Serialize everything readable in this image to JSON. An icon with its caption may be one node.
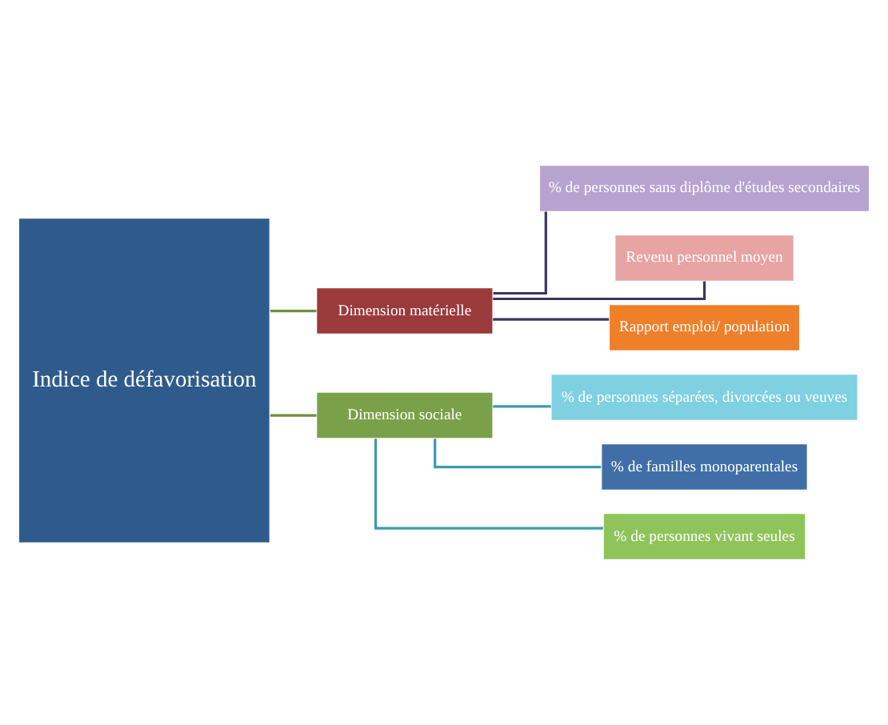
{
  "diagram": {
    "nodes": [
      {
        "text": [
          "Indice de défavorisation"
        ]
      },
      {
        "text": [
          "Dimension matérielle"
        ]
      },
      {
        "text": [
          "Dimension sociale"
        ]
      },
      {
        "text": [
          "% de personnes sans diplôme d'études secondaires"
        ]
      },
      {
        "text": [
          "Revenu personnel moyen"
        ]
      },
      {
        "text": [
          "Rapport emploi/ population"
        ]
      },
      {
        "text": [
          "% de personnes séparées, divorcées ou veuves"
        ]
      },
      {
        "text": [
          "% de familles monoparentales"
        ]
      },
      {
        "text": [
          "% de personnes vivant seules"
        ]
      }
    ],
    "edges": [
      {
        "from": 0,
        "to": 1,
        "arrow": "none",
        "color": "#6f8f3a"
      },
      {
        "from": 0,
        "to": 2,
        "arrow": "none",
        "color": "#6f8f3a"
      },
      {
        "from": 1,
        "to": 3,
        "arrow": "none",
        "color": "#3a3560"
      },
      {
        "from": 1,
        "to": 4,
        "arrow": "none",
        "color": "#3a3560"
      },
      {
        "from": 1,
        "to": 5,
        "arrow": "none",
        "color": "#3a3560"
      },
      {
        "from": 2,
        "to": 6,
        "arrow": "none",
        "color": "#3d9aae"
      },
      {
        "from": 2,
        "to": 7,
        "arrow": "none",
        "color": "#3d9aae"
      },
      {
        "from": 2,
        "to": 8,
        "arrow": "none",
        "color": "#3d9aae"
      }
    ]
  }
}
